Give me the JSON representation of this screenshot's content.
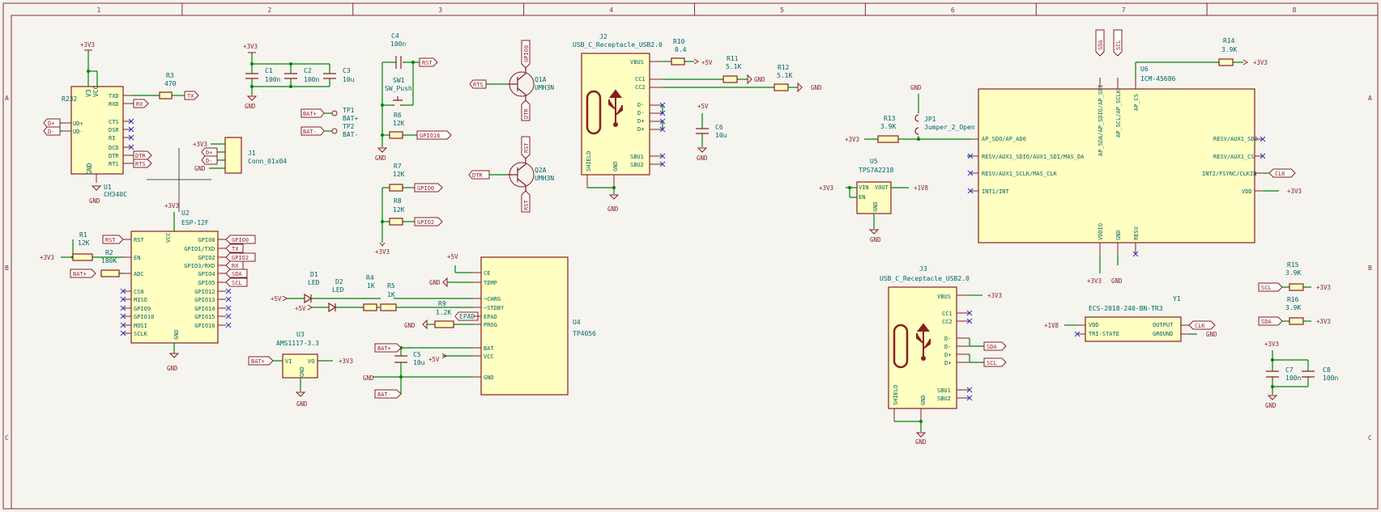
{
  "frame": {
    "columns": [
      "1",
      "2",
      "3",
      "4",
      "5",
      "6",
      "7",
      "8"
    ],
    "rows": [
      "A",
      "B",
      "C"
    ]
  },
  "power": {
    "v3v3": "+3V3",
    "v5": "+5V",
    "v1v8": "+1V8",
    "gnd": "GND"
  },
  "components": {
    "u1": {
      "ref": "U1",
      "value": "CH340C",
      "pins_left": [
        "UD+",
        "UD-"
      ],
      "pins_right": [
        "TXD",
        "RXD",
        "CTS",
        "DSR",
        "RI",
        "DCD",
        "DTR",
        "RTS"
      ],
      "top": [
        "V3",
        "VCC"
      ],
      "bottom": "GND",
      "label": "R232"
    },
    "r3": {
      "ref": "R3",
      "value": "470"
    },
    "c1": {
      "ref": "C1",
      "value": "100n"
    },
    "c2": {
      "ref": "C2",
      "value": "100n"
    },
    "c3": {
      "ref": "C3",
      "value": "10u"
    },
    "c4": {
      "ref": "C4",
      "value": "100n"
    },
    "sw1": {
      "ref": "SW1",
      "value": "SW_Push"
    },
    "r6": {
      "ref": "R6",
      "value": "12K"
    },
    "r7": {
      "ref": "R7",
      "value": "12K"
    },
    "r8": {
      "ref": "R8",
      "value": "12K"
    },
    "tp1": {
      "ref": "TP1",
      "value": "BAT+"
    },
    "tp2": {
      "ref": "TP2",
      "value": "BAT-"
    },
    "j1": {
      "ref": "J1",
      "value": "Conn_01x04"
    },
    "q1a": {
      "ref": "Q1A",
      "value": "UMH3N"
    },
    "q2a": {
      "ref": "Q2A",
      "value": "UMH3N"
    },
    "j2": {
      "ref": "J2",
      "value": "USB_C_Receptacle_USB2.0",
      "pins": [
        "VBUS",
        "CC1",
        "CC2",
        "D-",
        "D-",
        "D+",
        "D+",
        "SBU1",
        "SBU2"
      ],
      "bottom": [
        "SHIELD",
        "GND"
      ]
    },
    "r10": {
      "ref": "R10",
      "value": "0.4"
    },
    "r11": {
      "ref": "R11",
      "value": "5.1K"
    },
    "r12": {
      "ref": "R12",
      "value": "5.1K"
    },
    "c6": {
      "ref": "C6",
      "value": "10u"
    },
    "u2": {
      "ref": "U2",
      "value": "ESP-12F",
      "pins_left": [
        "RST",
        "EN",
        "ADC",
        "CS0",
        "MISO",
        "GPIO9",
        "GPIO10",
        "MOSI",
        "SCLK"
      ],
      "pins_right": [
        "GPIO0",
        "GPIO1/TXD",
        "GPIO2",
        "GPIO3/RXD",
        "GPIO4",
        "GPIO5",
        "GPIO12",
        "GPIO13",
        "GPIO14",
        "GPIO15",
        "GPIO16"
      ],
      "top": "VCC",
      "bottom": "GND"
    },
    "r1": {
      "ref": "R1",
      "value": "12K"
    },
    "r2": {
      "ref": "R2",
      "value": "180K"
    },
    "d1": {
      "ref": "D1",
      "value": "LED"
    },
    "d2": {
      "ref": "D2",
      "value": "LED"
    },
    "r4": {
      "ref": "R4",
      "value": "1K"
    },
    "r5": {
      "ref": "R5",
      "value": "1K"
    },
    "r9": {
      "ref": "R9",
      "value": "1.2K"
    },
    "u3": {
      "ref": "U3",
      "value": "AMS1117-3.3",
      "pins": [
        "VI",
        "VO",
        "GND"
      ]
    },
    "c5": {
      "ref": "C5",
      "value": "10u"
    },
    "u4": {
      "ref": "U4",
      "value": "TP4056",
      "pins": [
        "CE",
        "TEMP",
        "~CHRG",
        "~STDBY",
        "EPAD",
        "PROG",
        "BAT",
        "VCC",
        "GND"
      ]
    },
    "jp1": {
      "ref": "JP1",
      "value": "Jumper_2_Open"
    },
    "r13": {
      "ref": "R13",
      "value": "3.9K"
    },
    "u5": {
      "ref": "U5",
      "value": "TPS7A2218",
      "pins": [
        "VIN",
        "VOUT",
        "EN",
        "GND"
      ]
    },
    "j3": {
      "ref": "J3",
      "value": "USB_C_Receptacle_USB2.0",
      "pins": [
        "VBUS",
        "CC1",
        "CC2",
        "D-",
        "D-",
        "D+",
        "D+",
        "SBU1",
        "SBU2"
      ],
      "bottom": [
        "SHIELD",
        "GND"
      ]
    },
    "u6": {
      "ref": "U6",
      "value": "ICM-45686",
      "pins_left": [
        "AP_SDO/AP_AD0",
        "RESV/AUX1_SDIO/AUX1_SDI/MAS_DA",
        "RESV/AUX1_SCLK/MAS_CLK",
        "INT1/INT"
      ],
      "pins_right": [
        "RESV/AUX1_SDO",
        "RESV/AUX1_CS",
        "INT2/FSYNC/CLKIN",
        "VDD"
      ],
      "pins_top": [
        "AP_SDA/AP_SDIO/AP_SDI",
        "AP_SCL/AP_SCLK",
        "AP_CS"
      ],
      "pins_bottom": [
        "VDDIO",
        "GND",
        "RESV"
      ]
    },
    "r14": {
      "ref": "R14",
      "value": "3.9K"
    },
    "y1": {
      "ref": "Y1",
      "value": "ECS-2018-240-BN-TR3",
      "pins": [
        "VDD",
        "TRI-STATE",
        "OUTPUT",
        "GROUND"
      ]
    },
    "r15": {
      "ref": "R15",
      "value": "3.9K"
    },
    "r16": {
      "ref": "R16",
      "value": "3.9K"
    },
    "c7": {
      "ref": "C7",
      "value": "100n"
    },
    "c8": {
      "ref": "C8",
      "value": "100n"
    }
  },
  "netlabels": {
    "tx": "TX",
    "rx": "RX",
    "dtr": "DTR",
    "rts": "RTS",
    "rst": "RST",
    "gpio0": "GPIO0",
    "gpio2": "GPIO2",
    "gpio16": "GPIO16",
    "sda": "SDA",
    "scl": "SCL",
    "clk": "CLK",
    "batp": "BAT+",
    "batm": "BAT-",
    "dp": "D+",
    "dm": "D-",
    "epad": "EPAD"
  }
}
